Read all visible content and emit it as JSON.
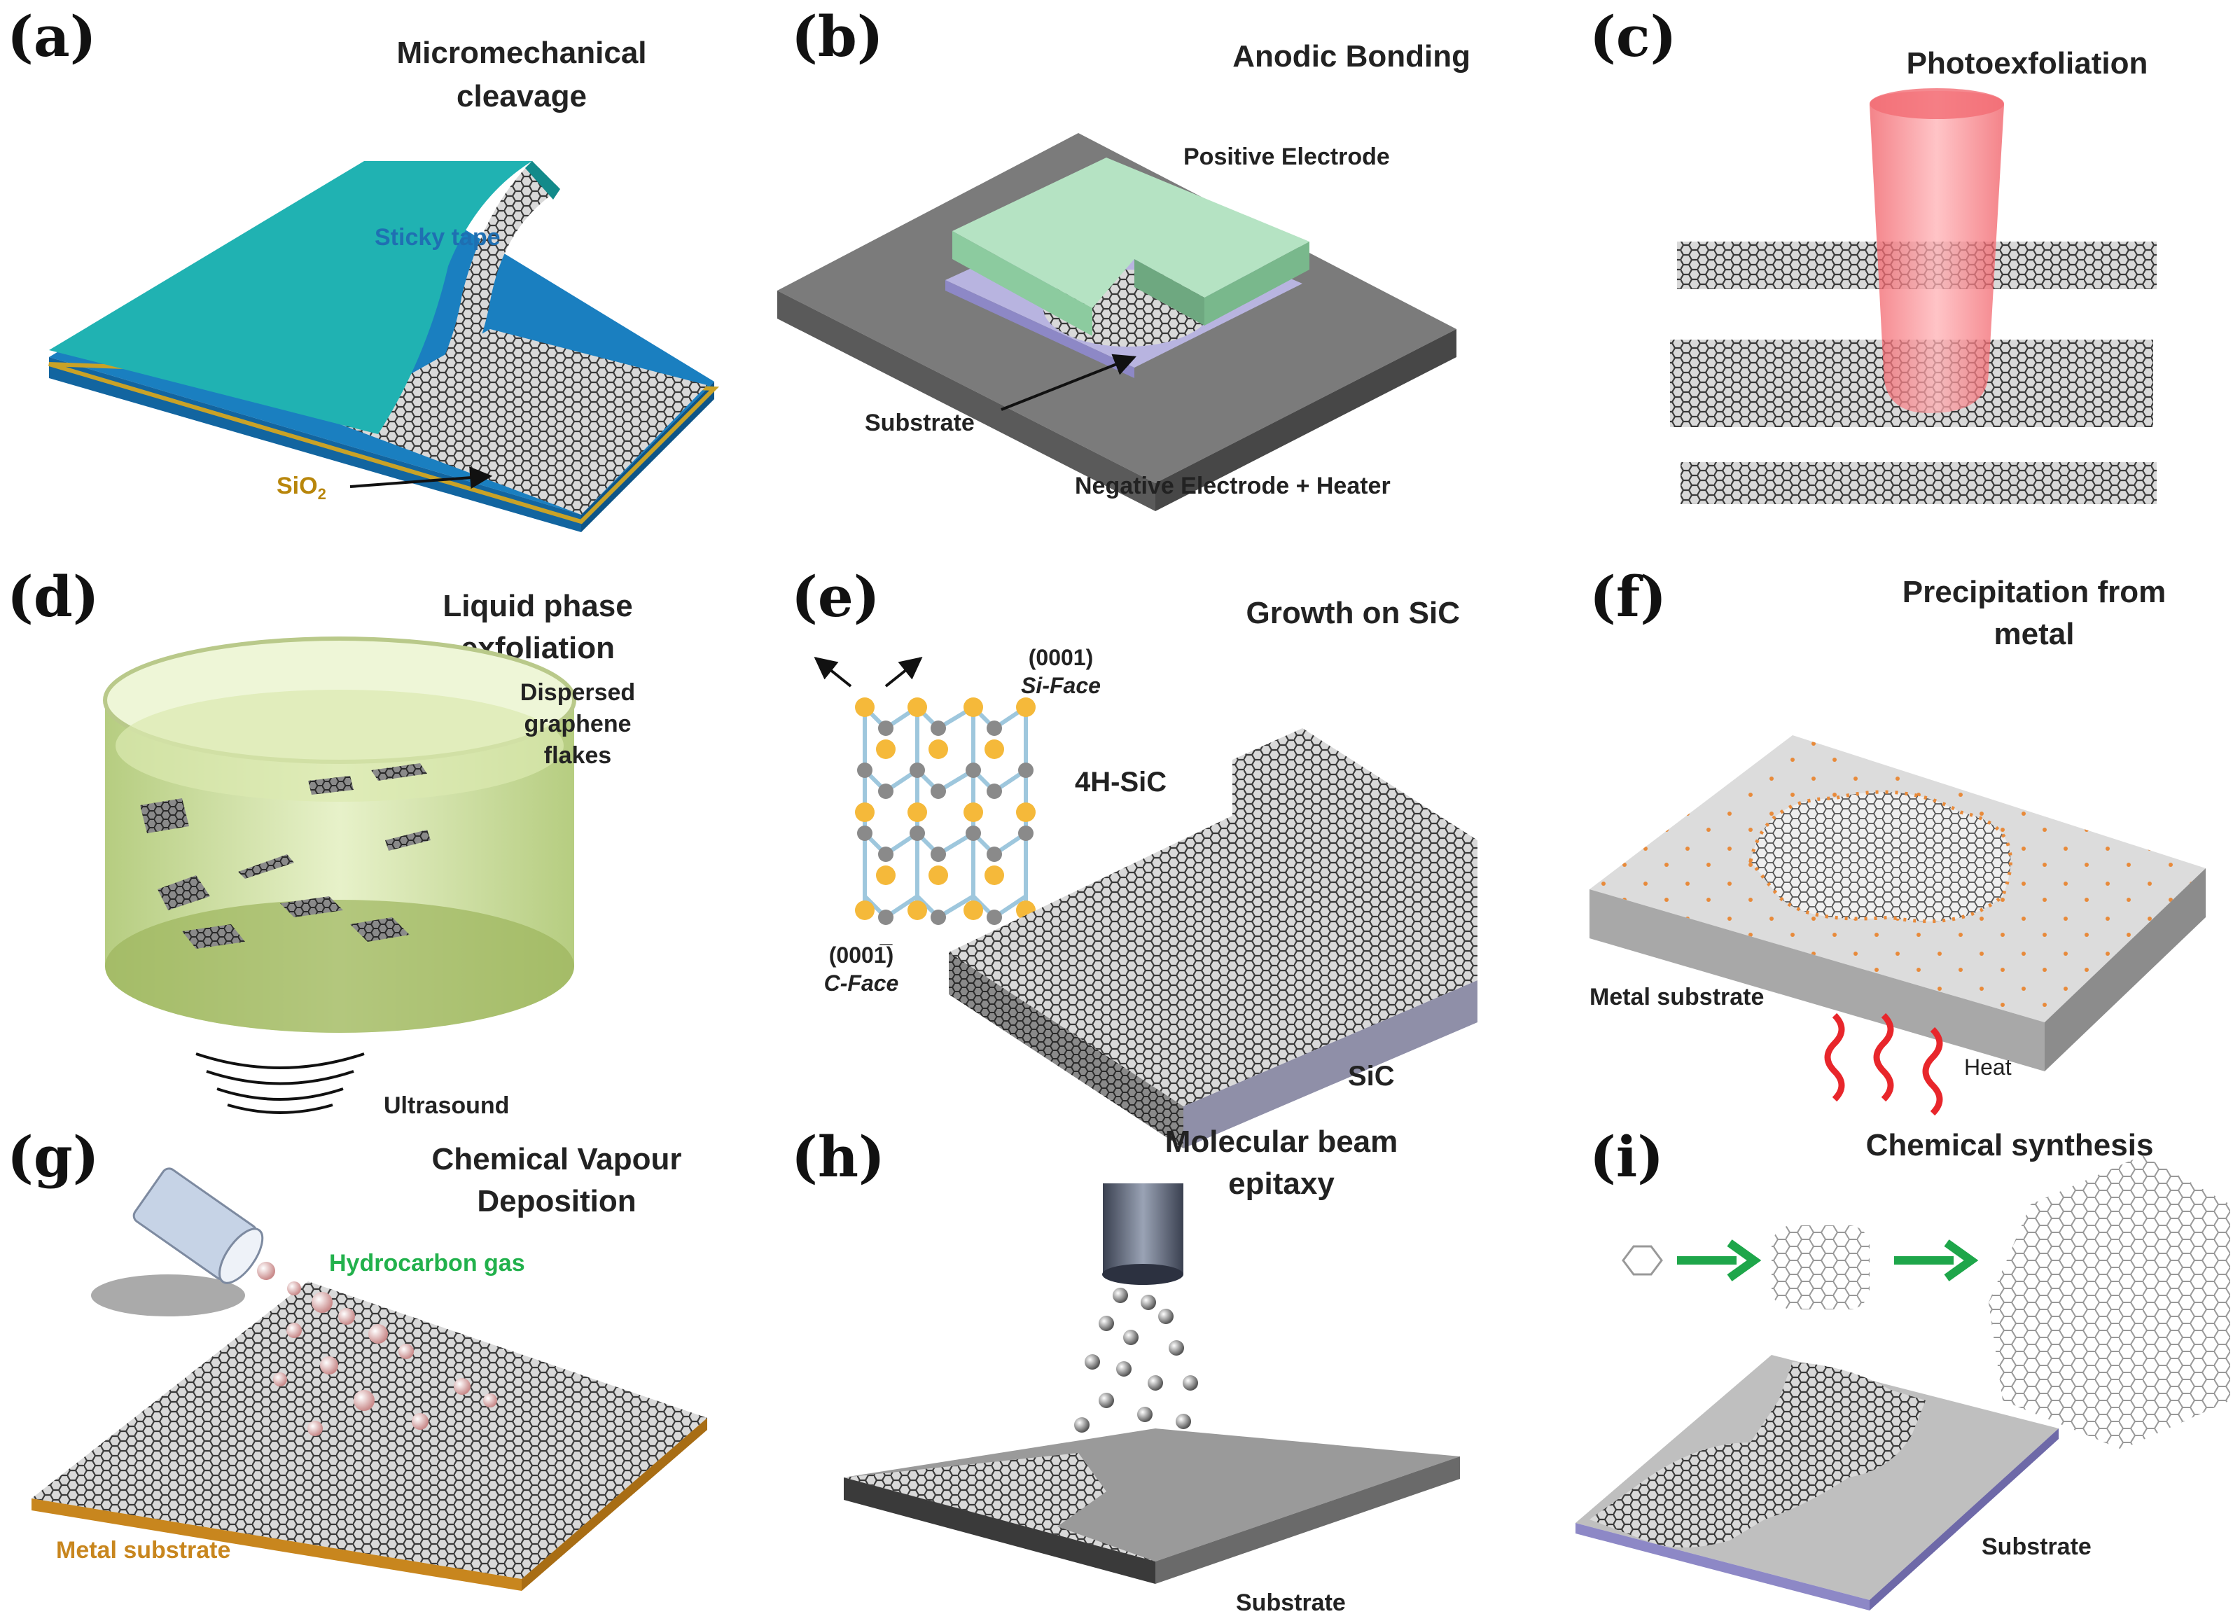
{
  "colors": {
    "sticky_tape": "#1aa6a6",
    "sticky_tape_label": "#1f6fb2",
    "sio2_label": "#b8860b",
    "positive_electrode": "#a8dcb8",
    "laser": "#f2636b",
    "liquid": "#c9dd8a",
    "si_atom": "#f5b93a",
    "c_atom": "#8a8a8a",
    "heat": "#e8262b",
    "hydrocarbon_label": "#22b14c",
    "metal_substrate_label": "#c8861e",
    "arrow_green": "#1ea64a",
    "substrate_purple": "#8d88c6"
  },
  "panels": {
    "a": {
      "letter": "(a)",
      "title_lines": [
        "Micromechanical",
        "cleavage"
      ],
      "labels": {
        "tape": "Sticky tape",
        "sio2": "SiO",
        "sio2_sub": "2"
      }
    },
    "b": {
      "letter": "(b)",
      "title": "Anodic Bonding",
      "labels": {
        "positive": "Positive Electrode",
        "substrate": "Substrate",
        "negative": "Negative Electrode + Heater"
      }
    },
    "c": {
      "letter": "(c)",
      "title": "Photoexfoliation"
    },
    "d": {
      "letter": "(d)",
      "title_lines": [
        "Liquid phase",
        "exfoliation"
      ],
      "labels": {
        "flakes_lines": [
          "Dispersed",
          "graphene",
          "flakes"
        ],
        "ultrasound": "Ultrasound"
      }
    },
    "e": {
      "letter": "(e)",
      "title": "Growth on SiC",
      "labels": {
        "si_index": "(0001)",
        "si_face": "Si-Face",
        "c_index": "(0001̅)",
        "c_face": "C-Face",
        "polytype": "4H-SiC",
        "sic": "SiC"
      }
    },
    "f": {
      "letter": "(f)",
      "title_lines": [
        "Precipitation from",
        "metal"
      ],
      "labels": {
        "metal": "Metal substrate",
        "heat": "Heat"
      }
    },
    "g": {
      "letter": "(g)",
      "title_lines": [
        "Chemical Vapour",
        "Deposition"
      ],
      "labels": {
        "gas": "Hydrocarbon gas",
        "metal": "Metal substrate"
      }
    },
    "h": {
      "letter": "(h)",
      "title_lines": [
        "Molecular beam",
        "epitaxy"
      ],
      "labels": {
        "substrate": "Substrate"
      }
    },
    "i": {
      "letter": "(i)",
      "title": "Chemical synthesis",
      "labels": {
        "substrate": "Substrate"
      }
    }
  }
}
